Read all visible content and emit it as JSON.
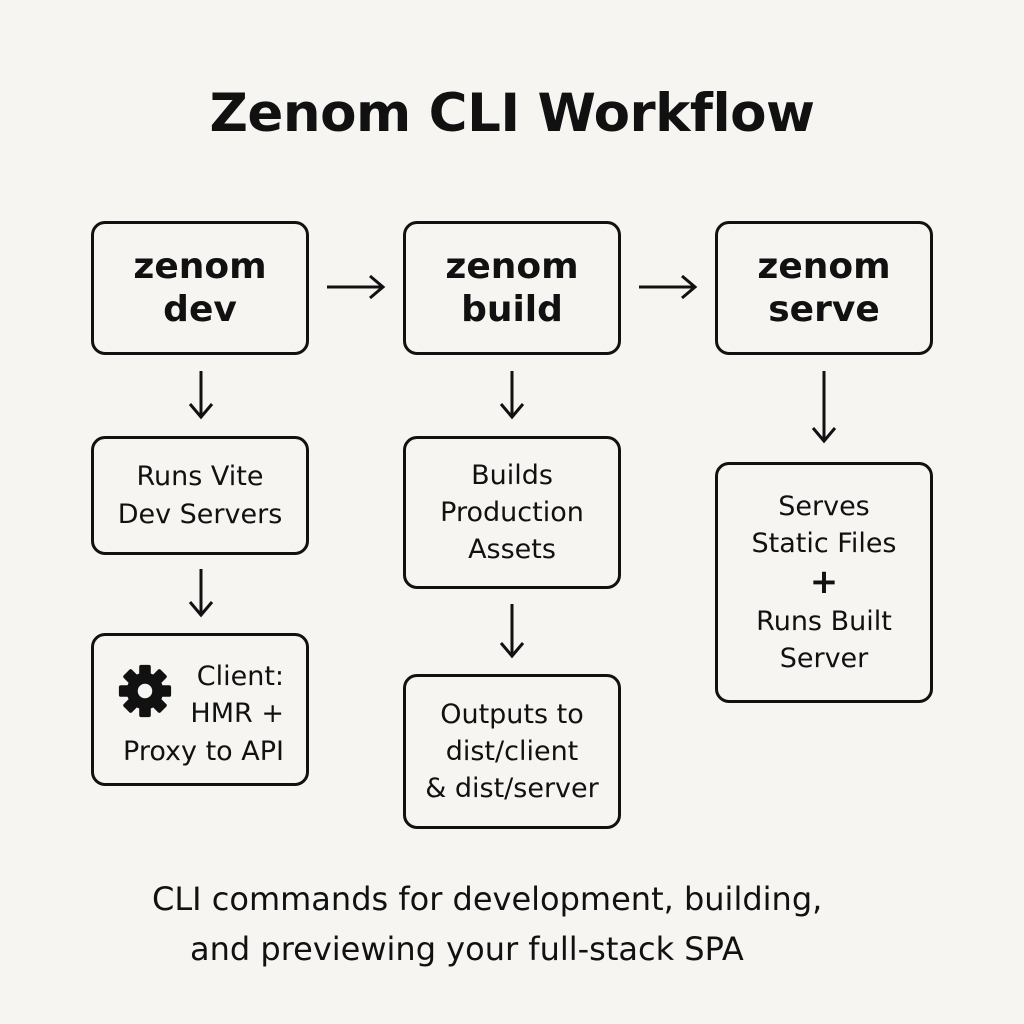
{
  "title": "Zenom CLI Workflow",
  "columns": [
    {
      "command": [
        "zenom",
        "dev"
      ],
      "steps": [
        [
          "Runs Vite",
          "Dev Servers"
        ],
        [
          "Client:",
          "HMR +",
          "Proxy to API"
        ]
      ],
      "step_icon": "gear-icon"
    },
    {
      "command": [
        "zenom",
        "build"
      ],
      "steps": [
        [
          "Builds",
          "Production",
          "Assets"
        ],
        [
          "Outputs to",
          "dist/client",
          "& dist/server"
        ]
      ]
    },
    {
      "command": [
        "zenom",
        "serve"
      ],
      "steps": [
        [
          "Serves",
          "Static Files",
          "+",
          "Runs Built",
          "Server"
        ]
      ]
    }
  ],
  "footer": [
    "CLI commands for development, building,",
    "and previewing your full-stack SPA"
  ]
}
